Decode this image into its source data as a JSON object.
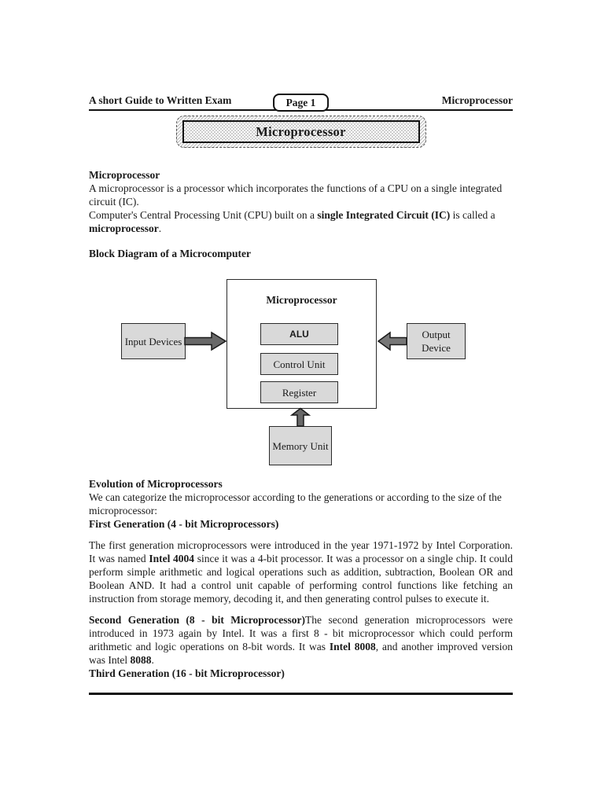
{
  "header": {
    "left_title": "A short Guide to Written Exam",
    "page_badge": "Page 1",
    "right_title": "Microprocessor"
  },
  "banner": {
    "title": "Microprocessor"
  },
  "intro": {
    "heading": "Microprocessor",
    "p1": "A microprocessor is a processor which incorporates the functions of a CPU on a single integrated circuit (IC).",
    "p2": {
      "s1": "Computer's Central Processing Unit (CPU) built on a ",
      "b1": "single Integrated Circuit (IC)",
      "s2": " is called a ",
      "b2": "microprocessor",
      "s3": "."
    }
  },
  "block_diagram": {
    "heading": "Block Diagram of a Microcomputer",
    "title": "Microprocessor",
    "boxes": {
      "alu": "ALU",
      "control": "Control Unit",
      "register": "Register",
      "input": "Input Devices",
      "output": "Output Device",
      "memory": "Memory Unit"
    }
  },
  "evolution": {
    "heading": "Evolution of Microprocessors",
    "p1": "We can categorize the microprocessor according to the generations or according to the size of the microprocessor:",
    "first_gen_heading": "First Generation (4 - bit Microprocessors)",
    "first_gen": {
      "s1": "The first generation microprocessors were introduced in the year 1971-1972 by Intel Corporation. It was named ",
      "b1": "Intel 4004",
      "s2": " since it was a 4-bit processor. It was a processor on a single chip. It could perform simple arithmetic and logical operations such as addition, subtraction, Boolean OR and Boolean AND. It had a control unit capable of performing control functions like fetching an instruction from storage memory, decoding it, and then generating control pulses to execute it."
    },
    "second_gen": {
      "b1": "Second Generation (8 - bit Microprocessor)",
      "s1": "The second generation microprocessors were introduced in 1973 again by Intel. It was a first 8 - bit microprocessor which could perform arithmetic and logic operations on 8-bit words. It was ",
      "b2": "Intel 8008",
      "s2": ", and another improved version was Intel ",
      "b3": "8088",
      "s3": "."
    },
    "third_gen_heading": "Third Generation (16 - bit Microprocessor)"
  },
  "colors": {
    "box_fill": "#d9d9d9",
    "box_border": "#2b2b2b",
    "arrow_fill": "#686868",
    "text": "#1a1a1a"
  }
}
